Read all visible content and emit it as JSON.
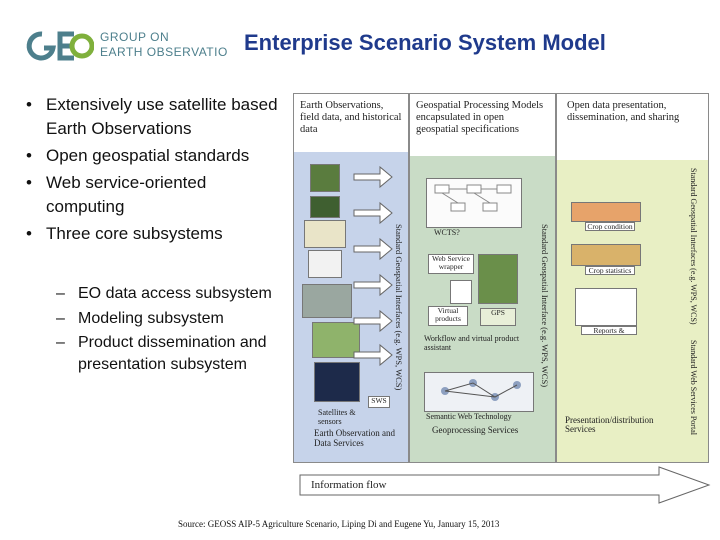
{
  "header": {
    "org_line1": "GROUP ON",
    "org_line2": "EARTH OBSERVATIO",
    "title": "Enterprise Scenario System Model"
  },
  "bullets": [
    "Extensively use satellite based Earth Observations",
    "Open geospatial standards",
    "Web service-oriented computing",
    "Three core subsystems"
  ],
  "bullet_glyph": "•",
  "sub_glyph": "–",
  "sub_bullets": [
    "EO data access subsystem",
    "Modeling subsystem",
    "Product dissemination and presentation subsystem"
  ],
  "diagram": {
    "col1_heading": "Earth Observations, field data, and historical data",
    "col2_heading": "Geospatial Processing Models encapsulated in open geospatial specifications",
    "col3_heading": "Open data presentation, dissemination, and sharing",
    "vert_left": "Standard Geospatial Interfaces (e.g. WPS, WCS)",
    "vert_mid": "Standard Geospatial Interface (e.g. WPS, WCS)",
    "vert_right1": "Standard Geospatial Interfaces (e.g. WPS, WCS)",
    "vert_right2": "Standard Web Services Portal",
    "col1_labels": {
      "satellites": "Satellites & sensors",
      "sws": "SWS",
      "bottom": "Earth Observation and Data Services"
    },
    "col2_labels": {
      "wcts": "WCTS?",
      "web_services": "Web Service wrapper",
      "virtual_products": "Virtual products",
      "gps": "GPS",
      "workflow": "Workflow and virtual product assistant",
      "semantic": "Semantic Web Technology",
      "bottom": "Geoprocessing Services"
    },
    "col3_labels": {
      "crop_condition": "Crop condition",
      "crop_statistics": "Crop statistics",
      "reports": "Reports & bulletins",
      "bottom": "Presentation/distribution Services"
    },
    "information_flow": "Information flow"
  },
  "caption": "Source: GEOSS AIP-5 Agriculture Scenario, Liping Di and Eugene Yu, January 15, 2013",
  "colors": {
    "title": "#1f3a8c",
    "logo_teal": "#4d7f8c",
    "eo_panel": "#c6d3ea",
    "model_panel": "#c9dcc6",
    "presentation_panel": "#e8efc4"
  }
}
